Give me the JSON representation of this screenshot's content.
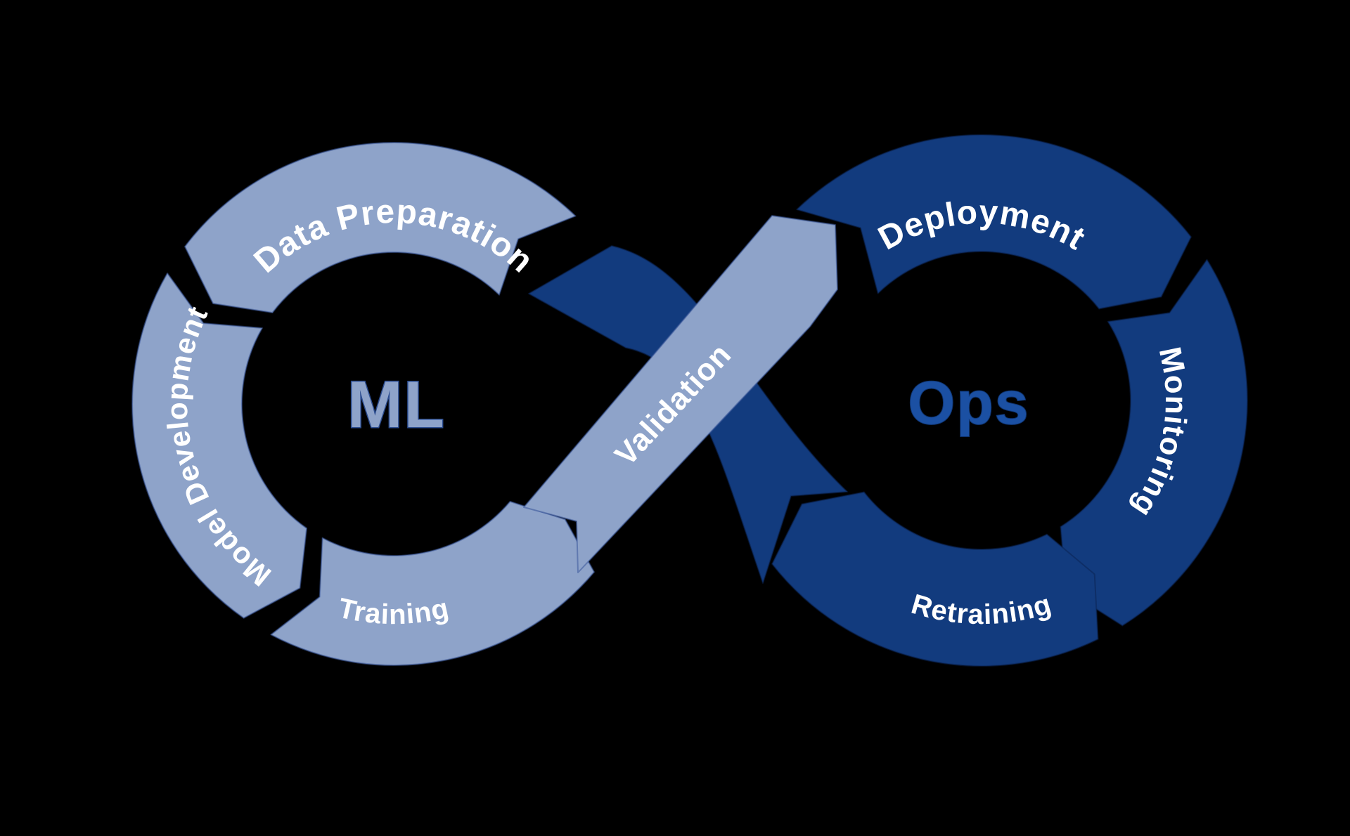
{
  "diagram": {
    "type": "mlops-infinity-lifecycle",
    "background": "#000000",
    "flow": [
      "Data Preparation",
      "Model Development",
      "Training",
      "Validation",
      "Deployment",
      "Monitoring",
      "Retraining"
    ],
    "ml_loop": {
      "center_label": "ML",
      "direction": "counter-clockwise",
      "segments": [
        "Data Preparation",
        "Model Development",
        "Training",
        "Validation"
      ]
    },
    "ops_loop": {
      "center_label": "Ops",
      "direction": "clockwise",
      "segments": [
        "Deployment",
        "Monitoring",
        "Retraining"
      ]
    }
  },
  "labels": {
    "ml": "ML",
    "ops": "Ops",
    "data_preparation": "Data Preparation",
    "model_development": "Model Development",
    "training": "Training",
    "validation": "Validation",
    "deployment": "Deployment",
    "monitoring": "Monitoring",
    "retraining": "Retraining"
  },
  "colors": {
    "background": "#000000",
    "ml_loop_fill": "#8EA3C9",
    "ops_loop_fill": "#123B7E",
    "ml_text": "#8EA3C9",
    "ops_text": "#1B50A3",
    "segment_text": "#FFFFFF"
  }
}
